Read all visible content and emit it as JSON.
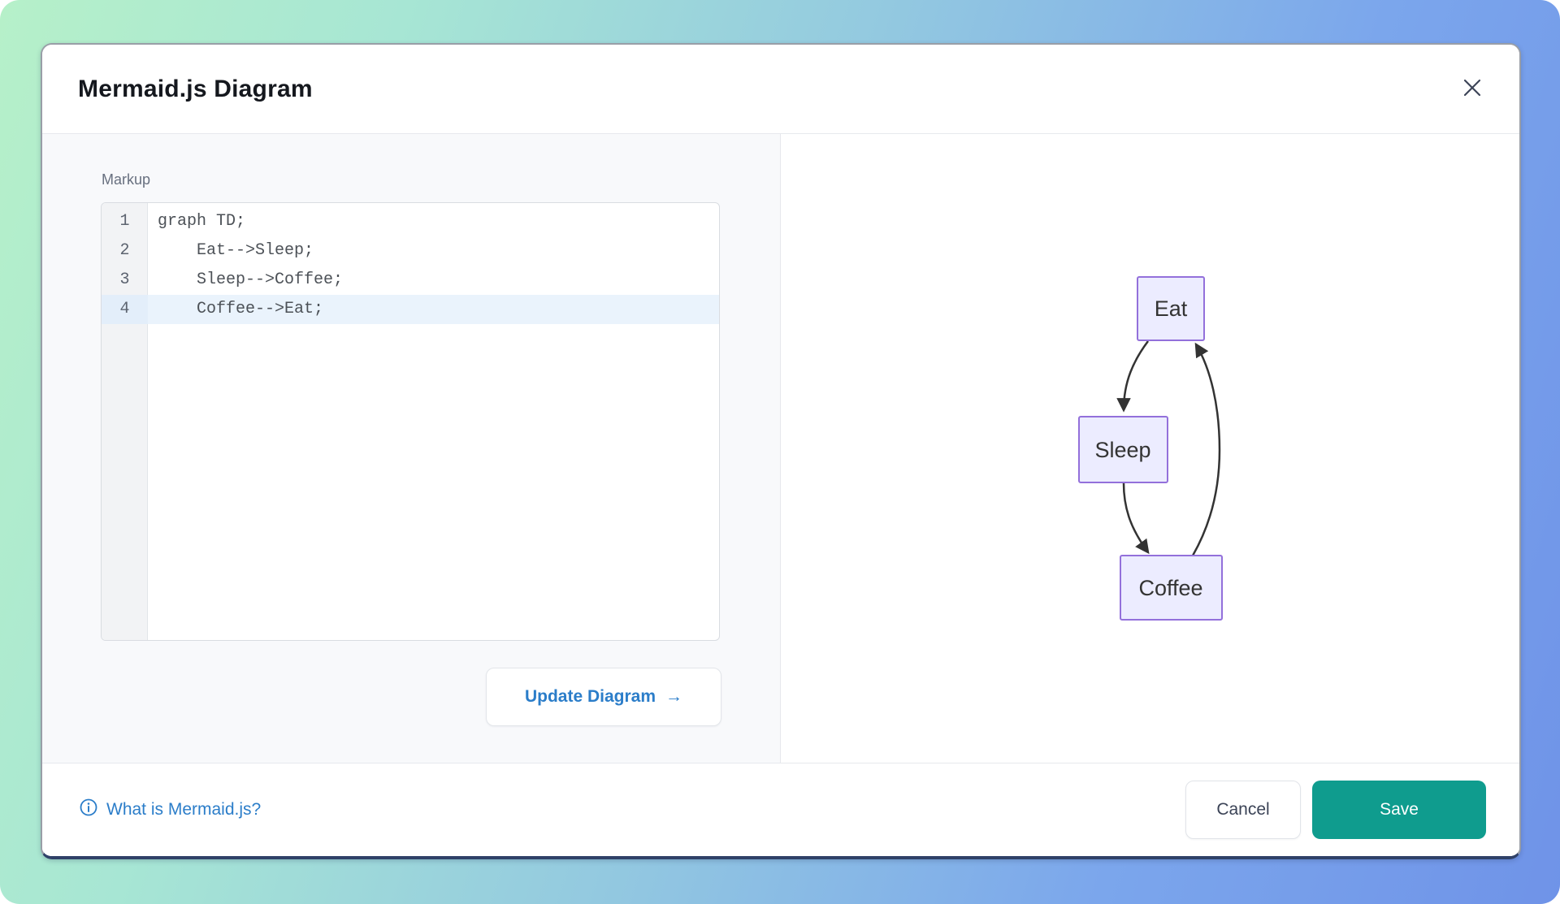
{
  "modal": {
    "title": "Mermaid.js Diagram",
    "editor": {
      "label": "Markup",
      "highlighted_line": 4,
      "lines": [
        {
          "number": "1",
          "code": "graph TD;"
        },
        {
          "number": "2",
          "code": "    Eat-->Sleep;"
        },
        {
          "number": "3",
          "code": "    Sleep-->Coffee;"
        },
        {
          "number": "4",
          "code": "    Coffee-->Eat;"
        }
      ]
    },
    "update_button": {
      "label": "Update Diagram",
      "arrow": "→"
    },
    "diagram": {
      "type": "flowchart",
      "direction": "TD",
      "nodes": [
        {
          "id": "Eat",
          "label": "Eat"
        },
        {
          "id": "Sleep",
          "label": "Sleep"
        },
        {
          "id": "Coffee",
          "label": "Coffee"
        }
      ],
      "edges": [
        {
          "from": "Eat",
          "to": "Sleep"
        },
        {
          "from": "Sleep",
          "to": "Coffee"
        },
        {
          "from": "Coffee",
          "to": "Eat"
        }
      ],
      "node_fill": "#ECECFF",
      "node_border": "#9370DB",
      "edge_color": "#333333"
    },
    "footer": {
      "help_link": "What is Mermaid.js?",
      "cancel_label": "Cancel",
      "save_label": "Save"
    },
    "colors": {
      "accent_blue": "#2b7dc9",
      "save_teal": "#0f9c8e",
      "highlight_row": "#eaf3fc"
    }
  }
}
